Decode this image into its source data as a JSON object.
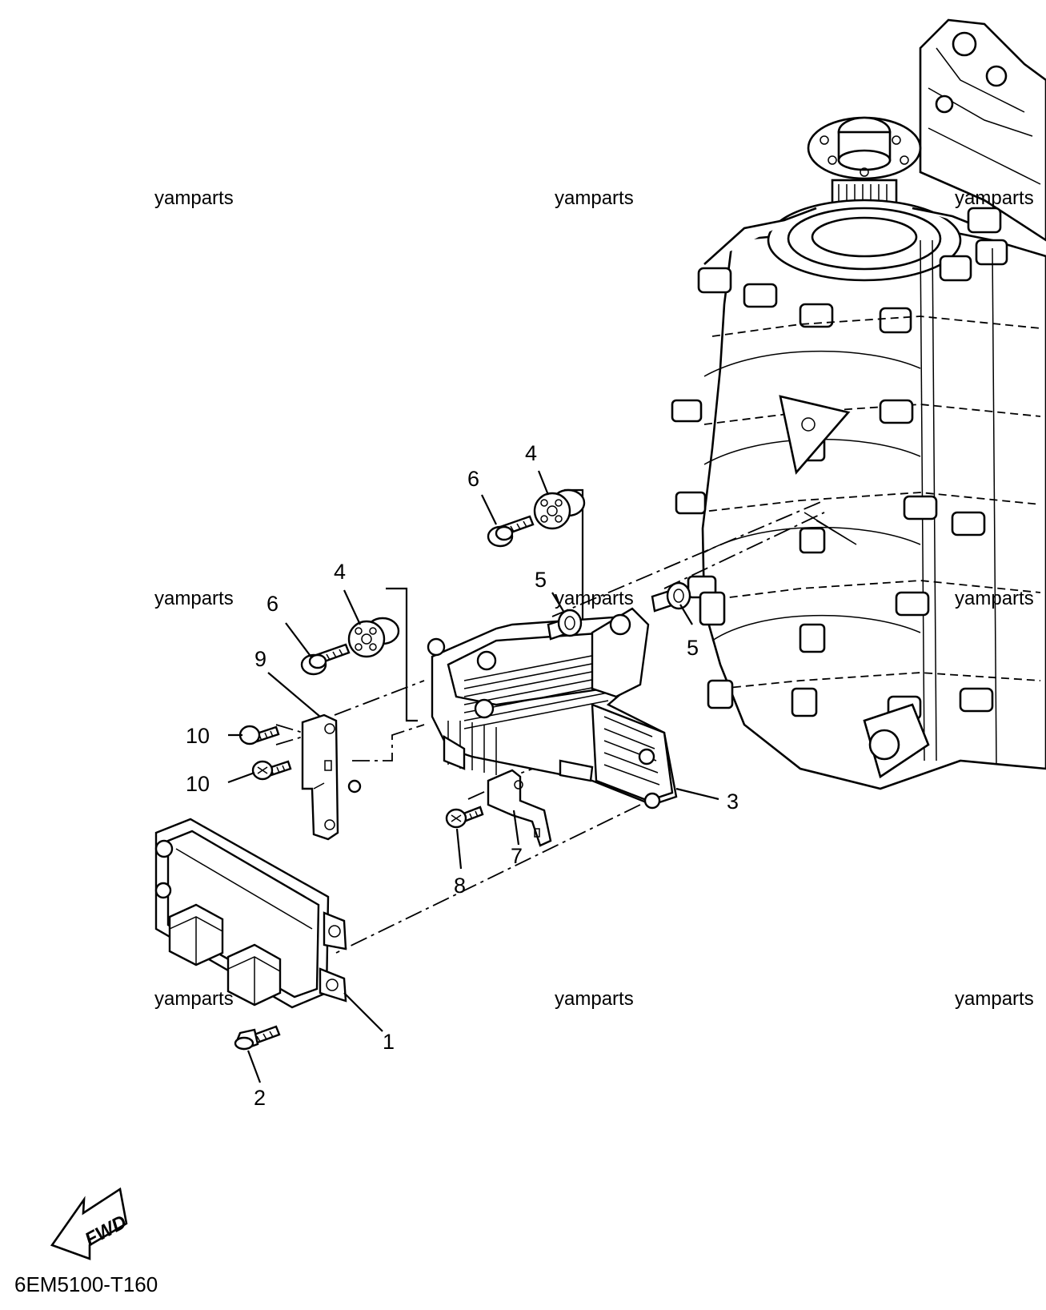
{
  "diagram": {
    "code": "6EM5100-T160",
    "fwd_label": "FWD",
    "watermark": "yamparts",
    "callouts": [
      "1",
      "2",
      "3",
      "4",
      "4",
      "5",
      "5",
      "6",
      "6",
      "7",
      "8",
      "9",
      "10",
      "10"
    ]
  }
}
